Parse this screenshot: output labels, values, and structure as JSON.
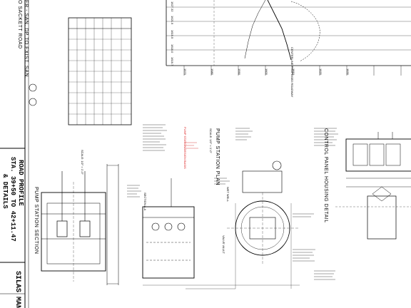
{
  "sheet": {
    "title_block": {
      "project": "SILAS MAN",
      "title_line1": "ROAD PROFILE",
      "title_line2": "STA. 39+50 TO 42+11.47",
      "title_line3": "& DETAILS"
    },
    "profile": {
      "heading": "ER - SAN. DP TO EXIST. SAN.",
      "heading2": "O SACKETT ROAD",
      "elev_labels": [
        "1627.32",
        "1621.9",
        "1619.5",
        "1618.0",
        "1616.7"
      ],
      "station_labels": [
        "1570",
        "1580",
        "1590",
        "1600",
        "1610",
        "1620",
        "1630"
      ],
      "centerline_label": "CENTERLINE PROPOSED ROADWAY"
    },
    "details": {
      "pump_station_section": "PUMP STATION SECTION",
      "pump_station_plan": "PUMP STATION PLAN",
      "control_panel_detail": "CONTROL PANEL HOUSING DETAIL",
      "scale_section": "SCALE: 1/2\" = 1'-0\"",
      "scale_plan": "SCALE: 1/2\" = 1'-0\"",
      "section_aa": "SECTION A-A",
      "red_note": "PUMP STATION DESIGN BASIS",
      "wet_well": "WET WELL",
      "valve_vault": "VALVE VAULT"
    }
  },
  "colors": {
    "line": "#000000",
    "accent": "#d22222",
    "paper": "#ffffff"
  }
}
